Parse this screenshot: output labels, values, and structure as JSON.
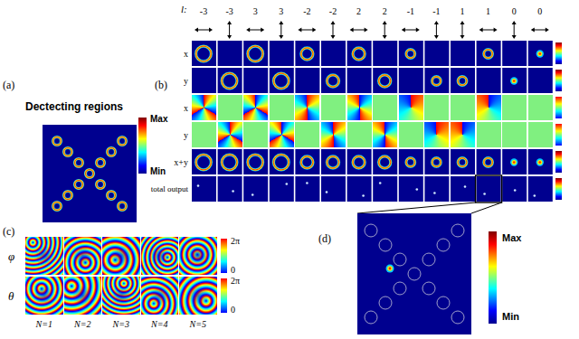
{
  "diagram": {
    "labels": [
      "(a)",
      "Dectecting regions",
      "Max",
      "Min",
      "(b)",
      "l:",
      "-3",
      "-3",
      "3",
      "3",
      "-2",
      "-2",
      "2",
      "2",
      "-1",
      "-1",
      "1",
      "1",
      "0",
      "0",
      "x",
      "y",
      "x",
      "y",
      "x+y",
      "total output",
      "(c)",
      "φ",
      "θ",
      "2π",
      "0",
      "2π",
      "0",
      "N=1",
      "N=2",
      "N=3",
      "N=4",
      "N=5",
      "(d)",
      "Max",
      "Min"
    ]
  }
}
